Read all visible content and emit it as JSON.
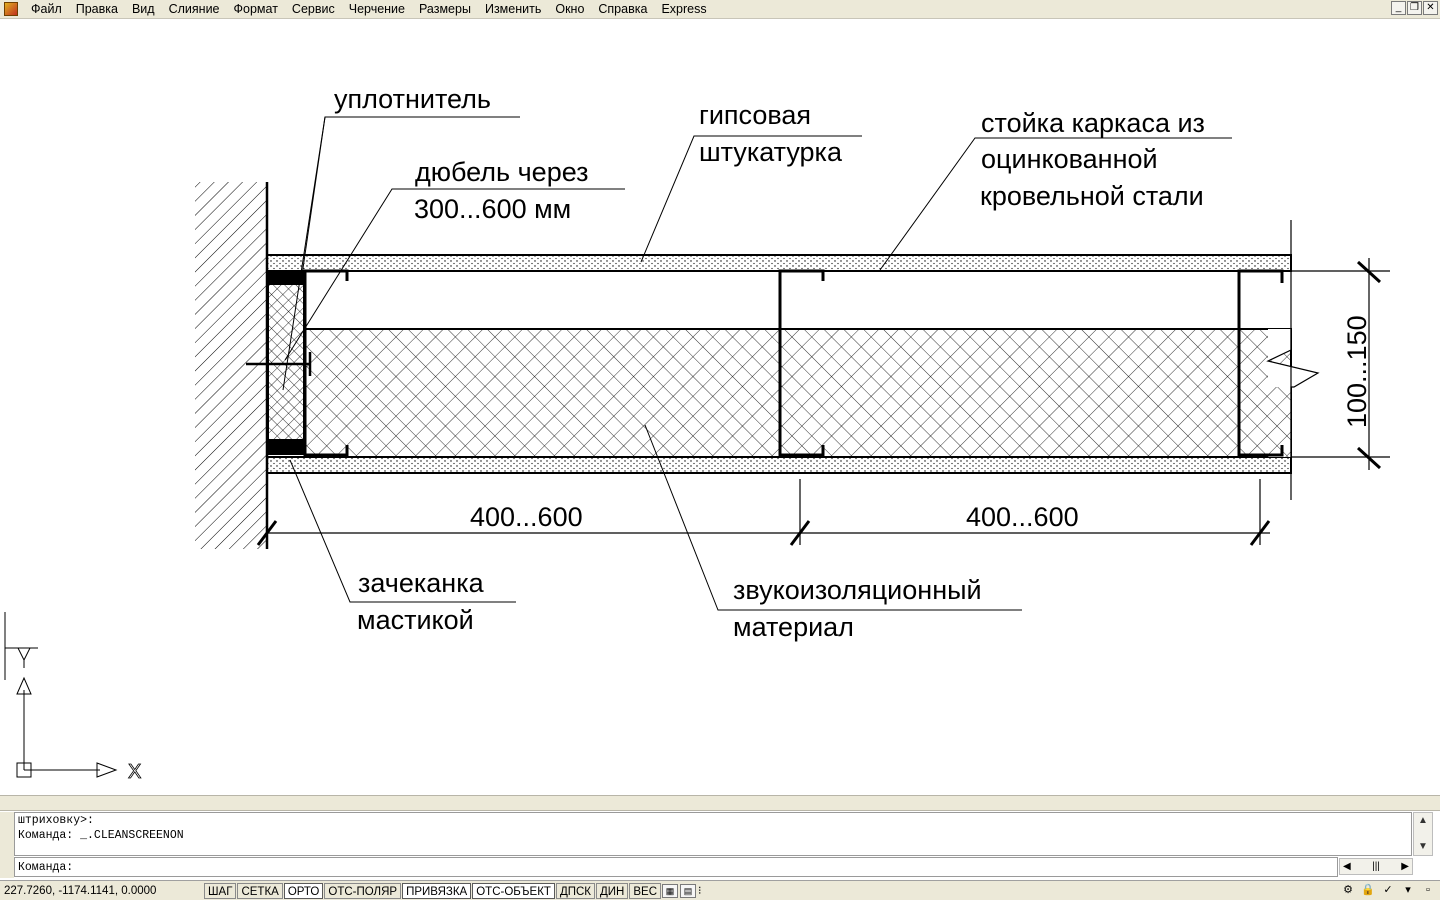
{
  "menu": [
    "Файл",
    "Правка",
    "Вид",
    "Слияние",
    "Формат",
    "Сервис",
    "Черчение",
    "Размеры",
    "Изменить",
    "Окно",
    "Справка",
    "Express"
  ],
  "window_buttons": [
    "_",
    "❐",
    "✕"
  ],
  "drawing": {
    "labels": {
      "seal": "уплотнитель",
      "dowel_1": "дюбель через",
      "dowel_2": "300...600 мм",
      "gypsum_1": "гипсовая",
      "gypsum_2": "штукатурка",
      "stud_1": "стойка каркаса из",
      "stud_2": "оцинкованной",
      "stud_3": "кровельной стали",
      "caulk_1": "зачеканка",
      "caulk_2": "мастикой",
      "insul_1": "звукоизоляционный",
      "insul_2": "материал"
    },
    "dimensions": {
      "span_left": "400...600",
      "span_right": "400...600",
      "thickness": "100...150"
    },
    "ucs_axis_label": "X"
  },
  "command": {
    "history": [
      "штриховку>:",
      "Команда:  _.CLEANSCREENON"
    ],
    "prompt": "Команда:"
  },
  "status": {
    "coords": "227.7260, -1174.1141, 0.0000",
    "toggles": [
      {
        "label": "ШАГ",
        "on": false
      },
      {
        "label": "СЕТКА",
        "on": false
      },
      {
        "label": "ОРТО",
        "on": true
      },
      {
        "label": "ОТС-ПОЛЯР",
        "on": false
      },
      {
        "label": "ПРИВЯЗКА",
        "on": true
      },
      {
        "label": "ОТС-ОБЪЕКТ",
        "on": true
      },
      {
        "label": "ДПСК",
        "on": false
      },
      {
        "label": "ДИН",
        "on": false
      },
      {
        "label": "ВЕС",
        "on": false
      }
    ]
  }
}
